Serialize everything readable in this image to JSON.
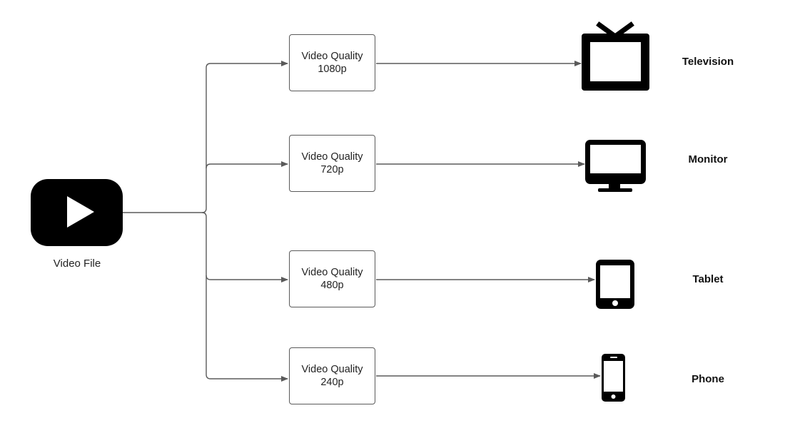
{
  "diagram": {
    "source": {
      "label": "Video File",
      "icon": "play-button-icon"
    },
    "qualities": [
      {
        "line1": "Video Quality",
        "line2": "1080p"
      },
      {
        "line1": "Video Quality",
        "line2": "720p"
      },
      {
        "line1": "Video Quality",
        "line2": "480p"
      },
      {
        "line1": "Video Quality",
        "line2": "240p"
      }
    ],
    "devices": [
      {
        "label": "Television",
        "icon": "television-icon"
      },
      {
        "label": "Monitor",
        "icon": "monitor-icon"
      },
      {
        "label": "Tablet",
        "icon": "tablet-icon"
      },
      {
        "label": "Phone",
        "icon": "phone-icon"
      }
    ]
  },
  "colors": {
    "icon": "#000000",
    "connector": "#5a5a5a",
    "box_border": "#5a5a5a"
  }
}
